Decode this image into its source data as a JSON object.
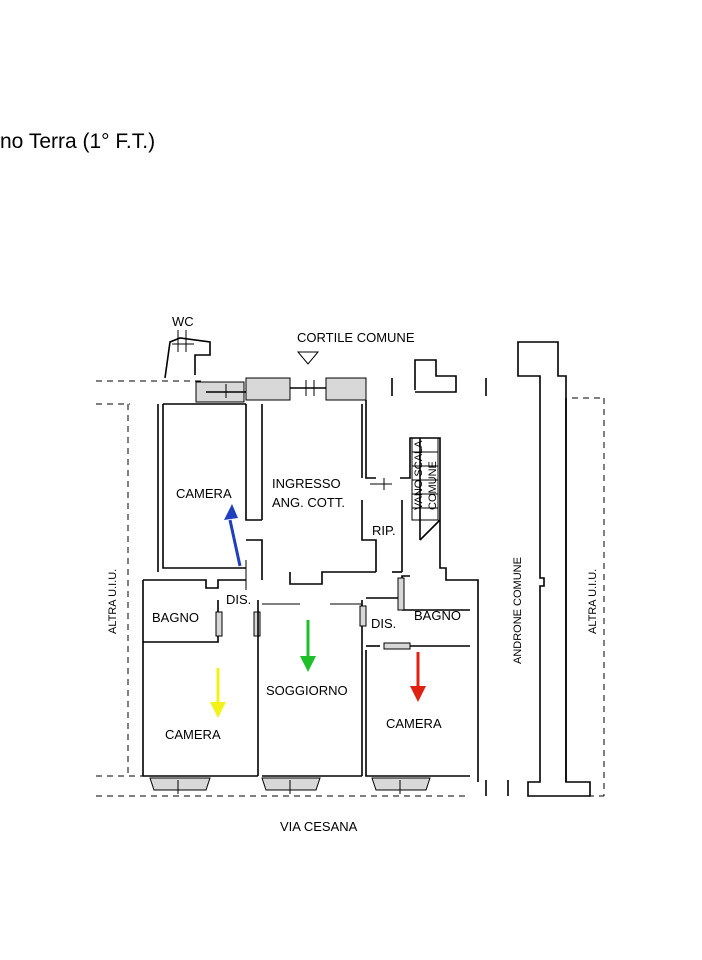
{
  "title": "no Terra (1° F.T.)",
  "labels": {
    "wc": "WC",
    "cortile": "CORTILE COMUNE",
    "camera_top": "CAMERA",
    "ingresso_1": "INGRESSO",
    "ingresso_2": "ANG. COTT.",
    "rip": "RIP.",
    "vano_scala_1": "VANO SCALA",
    "vano_scala_2": "COMUNE",
    "bagno_left": "BAGNO",
    "dis_left": "DIS.",
    "dis_right": "DIS.",
    "bagno_right": "BAGNO",
    "camera_left": "CAMERA",
    "soggiorno": "SOGGIORNO",
    "camera_right": "CAMERA",
    "altra_left": "ALTRA U.I.U.",
    "androne": "ANDRONE COMUNE",
    "altra_right": "ALTRA U.I.U.",
    "street": "VIA CESANA"
  },
  "arrows": {
    "blue": "#1f3fbf",
    "green": "#1fbf2a",
    "yellow": "#f2f21a",
    "red": "#e02010"
  }
}
